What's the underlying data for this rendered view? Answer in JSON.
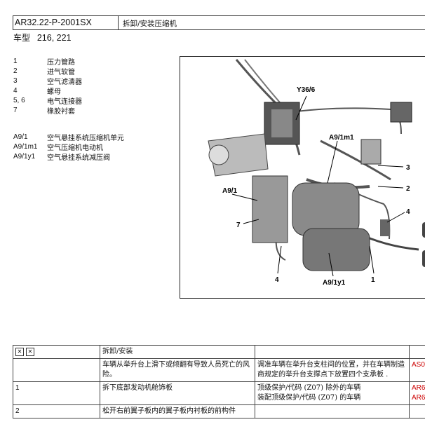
{
  "header": {
    "code": "AR32.22-P-2001SX",
    "title": "拆卸/安装压缩机"
  },
  "model": {
    "label": "车型",
    "value": "216, 221"
  },
  "legend_numbers": [
    {
      "num": "1",
      "text": "压力管路"
    },
    {
      "num": "2",
      "text": "进气软管"
    },
    {
      "num": "3",
      "text": "空气滤清器"
    },
    {
      "num": "4",
      "text": "螺母"
    },
    {
      "num": "5, 6",
      "text": "电气连接器"
    },
    {
      "num": "7",
      "text": "橡胶衬套"
    }
  ],
  "legend_components": [
    {
      "num": "A9/1",
      "text": "空气悬挂系统压缩机单元"
    },
    {
      "num": "A9/1m1",
      "text": "空气压缩机电动机"
    },
    {
      "num": "A9/1y1",
      "text": "空气悬挂系统减压阀"
    }
  ],
  "figure_labels": {
    "y36": "Y36/6",
    "a9m1": "A9/1m1",
    "a9": "A9/1",
    "n7": "7",
    "n3": "3",
    "n2": "2",
    "n4r": "4",
    "n4b": "4",
    "a9y1": "A9/1y1",
    "n1": "1"
  },
  "table": {
    "header_text": "拆卸/安装",
    "row_warning": {
      "text": "车辆从举升台上滑下或倾翻有导致人员死亡的风险。",
      "measure": "调准车辆在举升台支柱间的位置，并在车辆制造商规定的举升台支撑点下放置四个支承板 .",
      "ref": "AS0"
    },
    "row1": {
      "num": "1",
      "text": "拆下底部发动机舱饰板",
      "note_a": "顶级保护/代码 (Z07) 除外的车辆",
      "ref_a": "AR6",
      "note_b": "装配顶级保护/代码 (Z07) 的车辆",
      "ref_b": "AR6"
    },
    "row2": {
      "num": "2",
      "text": "松开右前翼子板内的翼子板内衬板的前构件"
    }
  }
}
